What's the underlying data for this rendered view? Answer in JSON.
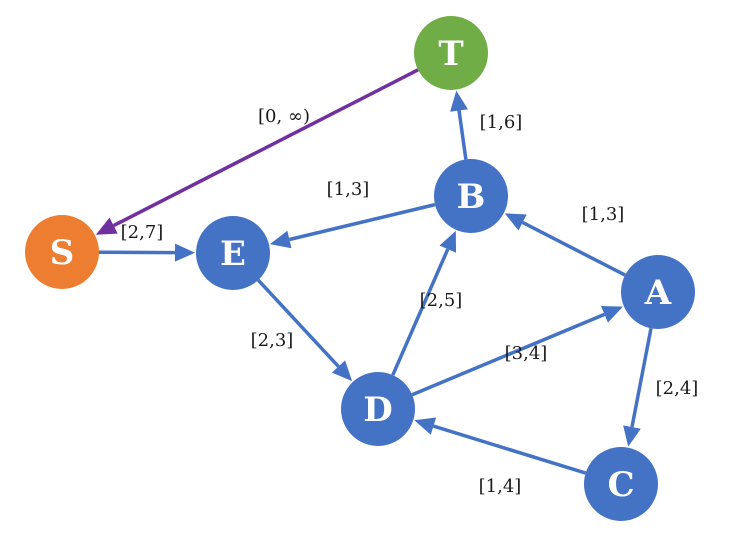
{
  "title": "Flow network with lower/upper bounds",
  "colors": {
    "node_default": "#4472c4",
    "source": "#ed7d31",
    "sink": "#70ad47",
    "edge_default": "#4472c4",
    "edge_return": "#7030a0"
  },
  "nodes": [
    {
      "id": "S",
      "label": "S",
      "role": "source"
    },
    {
      "id": "T",
      "label": "T",
      "role": "sink"
    },
    {
      "id": "E",
      "label": "E",
      "role": "node"
    },
    {
      "id": "B",
      "label": "B",
      "role": "node"
    },
    {
      "id": "A",
      "label": "A",
      "role": "node"
    },
    {
      "id": "D",
      "label": "D",
      "role": "node"
    },
    {
      "id": "C",
      "label": "C",
      "role": "node"
    }
  ],
  "edges": [
    {
      "from": "T",
      "to": "S",
      "label": "[0, ∞)",
      "kind": "return"
    },
    {
      "from": "S",
      "to": "E",
      "label": "[2,7]",
      "kind": "normal"
    },
    {
      "from": "B",
      "to": "E",
      "label": "[1,3]",
      "kind": "normal"
    },
    {
      "from": "B",
      "to": "T",
      "label": "[1,6]",
      "kind": "normal"
    },
    {
      "from": "A",
      "to": "B",
      "label": "[1,3]",
      "kind": "normal"
    },
    {
      "from": "D",
      "to": "B",
      "label": "[2,5]",
      "kind": "normal"
    },
    {
      "from": "E",
      "to": "D",
      "label": "[2,3]",
      "kind": "normal"
    },
    {
      "from": "D",
      "to": "A",
      "label": "[3,4]",
      "kind": "normal"
    },
    {
      "from": "A",
      "to": "C",
      "label": "[2,4]",
      "kind": "normal"
    },
    {
      "from": "C",
      "to": "D",
      "label": "[1,4]",
      "kind": "normal"
    }
  ]
}
